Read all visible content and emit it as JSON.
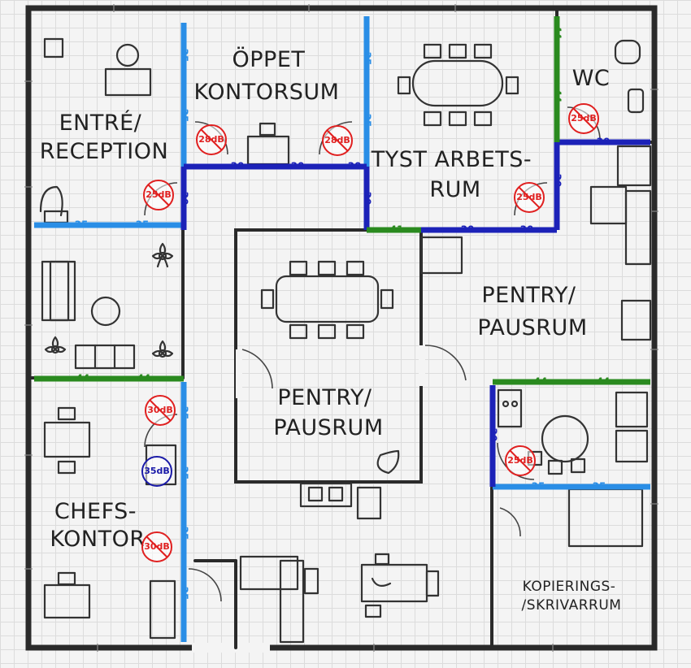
{
  "rooms": {
    "entre": [
      "ENTRÉ/",
      "RECEPTION"
    ],
    "oppet": [
      "ÖPPET",
      "KONTORSUM"
    ],
    "tyst": [
      "TYST ARBETS-",
      "RUM"
    ],
    "wc": [
      "WC"
    ],
    "pentry_right": [
      "PENTRY/",
      "PAUSRUM"
    ],
    "pentry_center": [
      "PENTRY/",
      "PAUSRUM"
    ],
    "chefs": [
      "CHEFS-",
      "KONTOR"
    ],
    "kopiering": [
      "KOPIERINGS-",
      "/SKRIVARRUM"
    ]
  },
  "wall_ratings": {
    "oppet_left_upper": "35",
    "oppet_left_lower": "35",
    "oppet_bottom_1": "30",
    "oppet_bottom_2": "30",
    "oppet_bottom_3": "30",
    "oppet_left_bottom": "30",
    "entre_bottom_1": "35",
    "entre_bottom_2": "35",
    "tyst_left_upper": "35",
    "tyst_left_mid": "35",
    "tyst_left_lower": "30",
    "tyst_bottom_green": "41",
    "tyst_bottom_1": "30",
    "tyst_bottom_2": "30",
    "tyst_right": "30",
    "wc_left": "44",
    "wc_left_lower": "44",
    "wc_bottom": "30",
    "lounge_bottom_1": "44",
    "lounge_bottom_2": "44",
    "chefs_right_1": "35",
    "chefs_right_2": "35",
    "chefs_right_3": "35",
    "chefs_right_4": "35",
    "kitchen_top_1": "44",
    "kitchen_top_2": "44",
    "kitchen_left": "30",
    "kitchen_bottom_1": "35",
    "kitchen_bottom_2": "35"
  },
  "noise_levels": {
    "entre": "25dB",
    "oppet_left": "28dB",
    "oppet_right": "28dB",
    "tyst": "25dB",
    "wc": "25dB",
    "chefs_top": "30dB",
    "chefs_mid": "35dB",
    "chefs_low": "30dB",
    "kitchen": "25dB"
  },
  "colors": {
    "light_blue": "#2a8ee6",
    "dark_blue": "#1c22b8",
    "green": "#2a8a1f",
    "red": "#e02020",
    "navy": "#1a1aa8"
  }
}
